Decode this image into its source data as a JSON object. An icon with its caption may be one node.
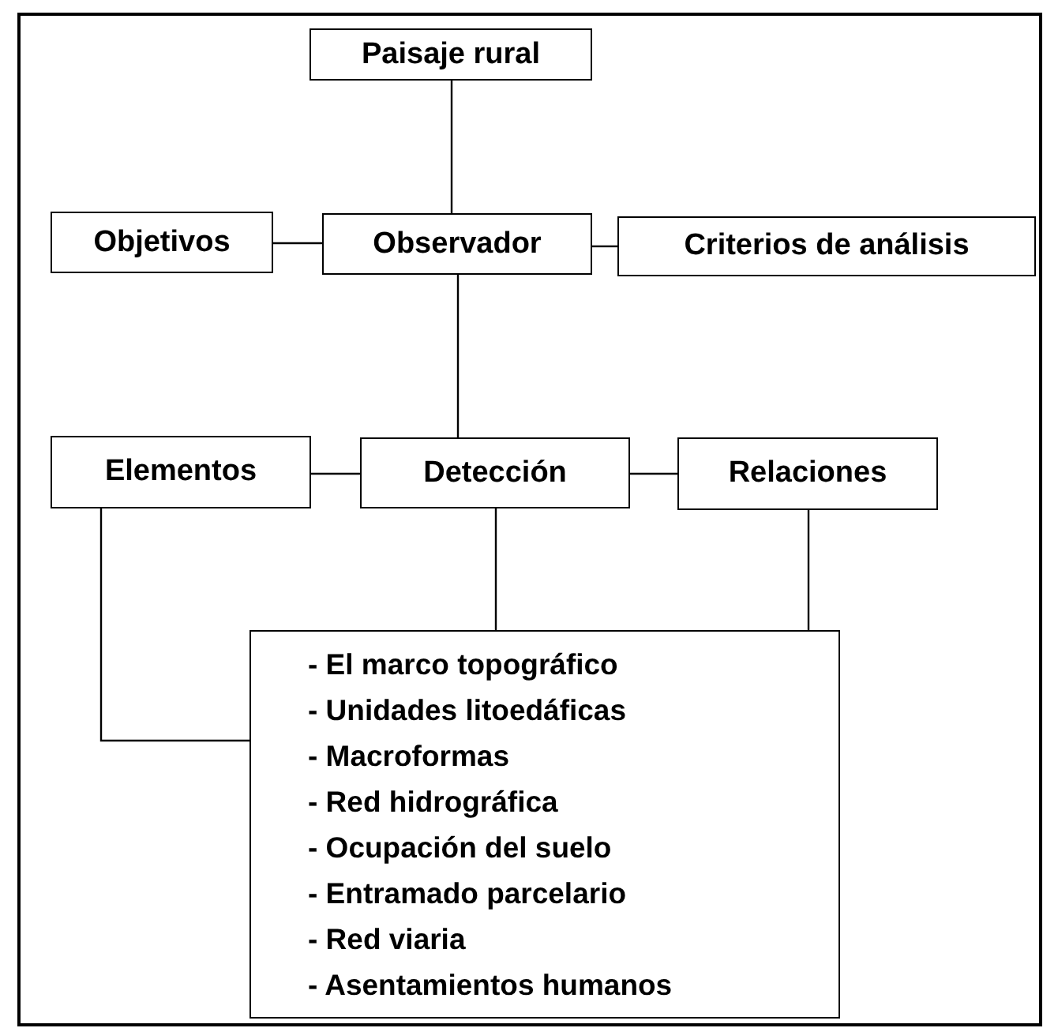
{
  "diagram": {
    "nodes": [
      {
        "text": [
          "Paisaje rural"
        ]
      },
      {
        "text": [
          "Objetivos"
        ]
      },
      {
        "text": [
          "Observador"
        ]
      },
      {
        "text": [
          "Criterios de análisis"
        ]
      },
      {
        "text": [
          "Elementos"
        ]
      },
      {
        "text": [
          "Detección"
        ]
      },
      {
        "text": [
          "Relaciones"
        ]
      },
      {
        "text": [
          "- El marco topográfico",
          "- Unidades litoedáficas",
          "- Macroformas",
          "- Red hidrográfica",
          "- Ocupación del suelo",
          "- Entramado parcelario",
          "- Red viaria",
          "- Asentamientos humanos"
        ]
      }
    ],
    "edges": [
      {
        "from": 0,
        "to": 2,
        "arrow": "none"
      },
      {
        "from": 1,
        "to": 2,
        "arrow": "none"
      },
      {
        "from": 2,
        "to": 3,
        "arrow": "none"
      },
      {
        "from": 2,
        "to": 5,
        "arrow": "none"
      },
      {
        "from": 4,
        "to": 5,
        "arrow": "none"
      },
      {
        "from": 5,
        "to": 6,
        "arrow": "none"
      },
      {
        "from": 4,
        "to": 7,
        "arrow": "none"
      },
      {
        "from": 5,
        "to": 7,
        "arrow": "none"
      },
      {
        "from": 6,
        "to": 7,
        "arrow": "none"
      }
    ]
  }
}
